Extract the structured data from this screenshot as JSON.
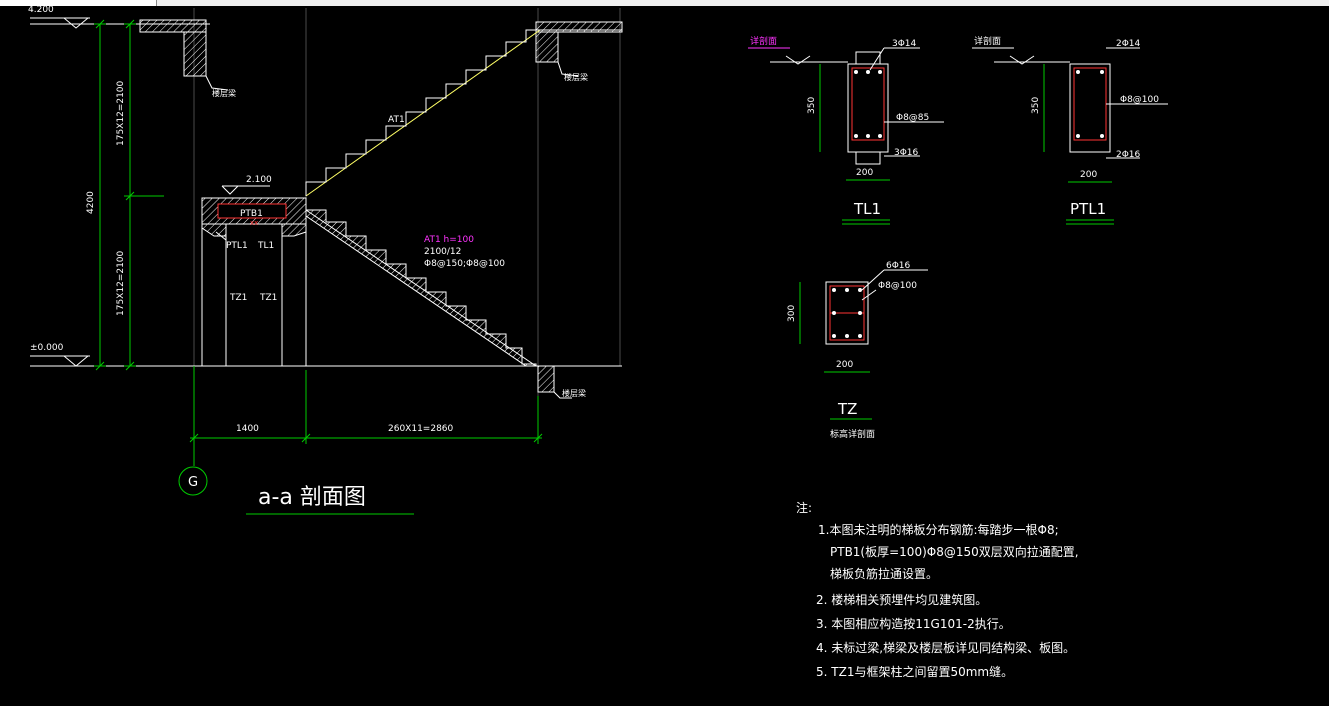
{
  "colors": {
    "background": "#000000",
    "line": "#ffffff",
    "dimension": "#00cc00",
    "stair": "#ffff66",
    "rebar": "#ff3333",
    "highlight": "#ff33ff",
    "axis": "#4a4a4a"
  },
  "section_view": {
    "title": "a-a 剖面图",
    "level_top": "4.200",
    "level_mid": "2.100",
    "level_ground": "±0.000",
    "dim_upper_flight": "175X12=2100",
    "dim_lower_flight": "175X12=2100",
    "dim_total_height": "4200",
    "dim_landing": "1400",
    "dim_treads": "260X11=2860",
    "axis_label": "G",
    "label_upper_flight": "AT1",
    "label_lower_flight": "AT1 h=100",
    "lower_flight_spec_1": "2100/12",
    "lower_flight_spec_2": "Φ8@150;Φ8@100",
    "label_landing_slab": "PTB1",
    "label_ptl1": "PTL1",
    "label_tl1": "TL1",
    "label_tz1_a": "TZ1",
    "label_tz1_b": "TZ1",
    "label_floor_beam_1": "楼层梁",
    "label_floor_beam_2": "楼层梁",
    "label_floor_beam_3": "楼层梁"
  },
  "tl1": {
    "title": "TL1",
    "level_note": "详剖面",
    "top_bars": "3Φ14",
    "stirrups": "Φ8@85",
    "bottom_bars": "3Φ16",
    "height": "350",
    "width": "200"
  },
  "ptl1": {
    "title": "PTL1",
    "level_note": "详剖面",
    "top_bars": "2Φ14",
    "stirrups": "Φ8@100",
    "bottom_bars": "2Φ16",
    "height": "350",
    "width": "200"
  },
  "tz": {
    "title": "TZ",
    "subtitle": "标高详剖面",
    "bars": "6Φ16",
    "stirrups": "Φ8@100",
    "height": "300",
    "width": "200"
  },
  "notes": {
    "heading": "注:",
    "lines": [
      "1.本图未注明的梯板分布钢筋:每踏步一根Φ8;",
      "PTB1(板厚=100)Φ8@150双层双向拉通配置,",
      "梯板负筋拉通设置。",
      "2. 楼梯相关预埋件均见建筑图。",
      "3. 本图相应构造按11G101-2执行。",
      "4. 未标过梁,梯梁及楼层板详见同结构梁、板图。",
      "5. TZ1与框架柱之间留置50mm缝。"
    ]
  }
}
